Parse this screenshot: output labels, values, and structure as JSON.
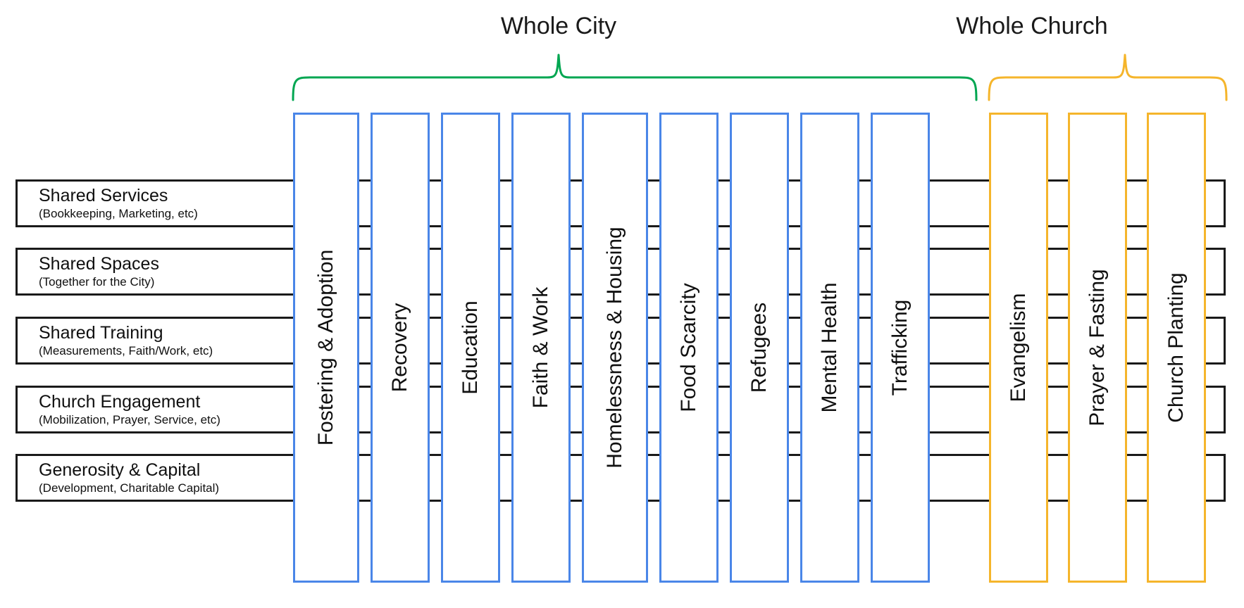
{
  "colors": {
    "city_accent": "#00a651",
    "church_accent": "#f5b52b",
    "city_column_border": "#4a86e8",
    "church_column_border": "#f5b52b",
    "row_border": "#1a1a1a",
    "text": "#101010",
    "background": "#ffffff"
  },
  "groups": [
    {
      "id": "whole-city",
      "label": "Whole City",
      "bracket_color": "#00a651",
      "columns": 9
    },
    {
      "id": "whole-church",
      "label": "Whole Church",
      "bracket_color": "#f5b52b",
      "columns": 3
    }
  ],
  "rows": [
    {
      "id": "shared-services",
      "title": "Shared Services",
      "subtitle": "(Bookkeeping, Marketing, etc)"
    },
    {
      "id": "shared-spaces",
      "title": "Shared Spaces",
      "subtitle": "(Together for the City)"
    },
    {
      "id": "shared-training",
      "title": "Shared Training",
      "subtitle": "(Measurements, Faith/Work, etc)"
    },
    {
      "id": "church-engagement",
      "title": "Church Engagement",
      "subtitle": "(Mobilization, Prayer, Service, etc)"
    },
    {
      "id": "generosity-capital",
      "title": "Generosity & Capital",
      "subtitle": "(Development, Charitable Capital)"
    }
  ],
  "columns": [
    {
      "id": "fostering-adoption",
      "label": "Fostering & Adoption",
      "group": "whole-city"
    },
    {
      "id": "recovery",
      "label": "Recovery",
      "group": "whole-city"
    },
    {
      "id": "education",
      "label": "Education",
      "group": "whole-city"
    },
    {
      "id": "faith-work",
      "label": "Faith & Work",
      "group": "whole-city"
    },
    {
      "id": "homelessness-housing",
      "label": "Homelessness & Housing",
      "group": "whole-city"
    },
    {
      "id": "food-scarcity",
      "label": "Food Scarcity",
      "group": "whole-city"
    },
    {
      "id": "refugees",
      "label": "Refugees",
      "group": "whole-city"
    },
    {
      "id": "mental-health",
      "label": "Mental Health",
      "group": "whole-city"
    },
    {
      "id": "trafficking",
      "label": "Trafficking",
      "group": "whole-city"
    },
    {
      "id": "evangelism",
      "label": "Evangelism",
      "group": "whole-church"
    },
    {
      "id": "prayer-fasting",
      "label": "Prayer & Fasting",
      "group": "whole-church"
    },
    {
      "id": "church-planting",
      "label": "Church Planting",
      "group": "whole-church"
    }
  ]
}
